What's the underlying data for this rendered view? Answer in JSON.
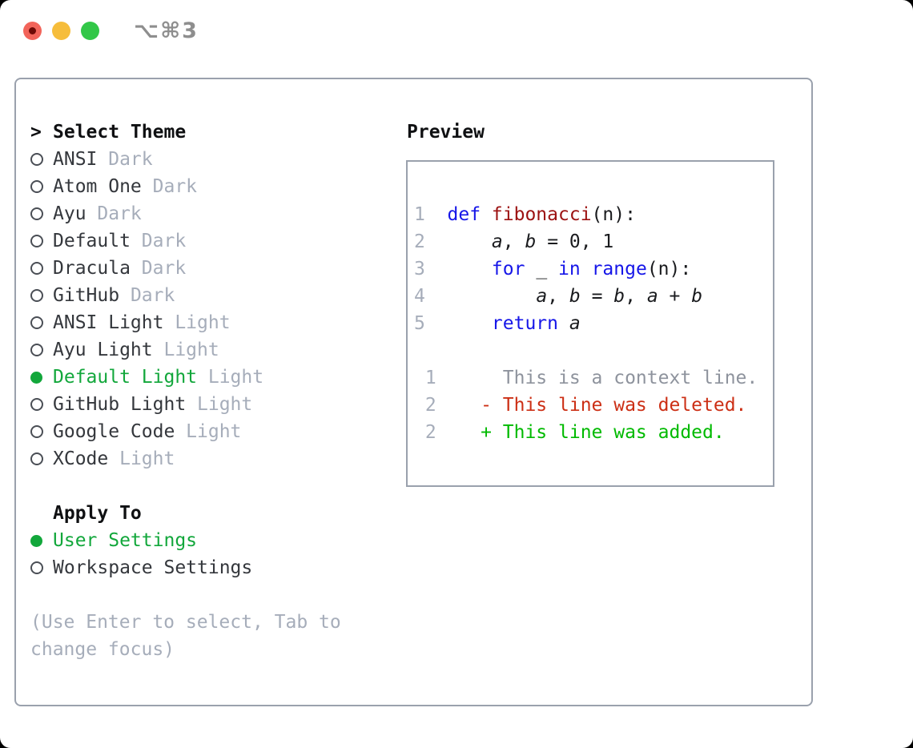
{
  "window": {
    "title": "⌥⌘3"
  },
  "colors": {
    "accent_green": "#12a73b",
    "added_green": "#00ba00",
    "deleted_red": "#cc2f15",
    "keyword_blue": "#1616e8",
    "function_red": "#9c1212",
    "muted_gray": "#a6adba",
    "frame_border": "#9aa1ad"
  },
  "theme_picker": {
    "prompt": ">",
    "header": "Select Theme",
    "items": [
      {
        "name": "ANSI",
        "variant": "Dark",
        "selected": false
      },
      {
        "name": "Atom One",
        "variant": "Dark",
        "selected": false
      },
      {
        "name": "Ayu",
        "variant": "Dark",
        "selected": false
      },
      {
        "name": "Default",
        "variant": "Dark",
        "selected": false
      },
      {
        "name": "Dracula",
        "variant": "Dark",
        "selected": false
      },
      {
        "name": "GitHub",
        "variant": "Dark",
        "selected": false
      },
      {
        "name": "ANSI Light",
        "variant": "Light",
        "selected": false
      },
      {
        "name": "Ayu Light",
        "variant": "Light",
        "selected": false
      },
      {
        "name": "Default Light",
        "variant": "Light",
        "selected": true
      },
      {
        "name": "GitHub Light",
        "variant": "Light",
        "selected": false
      },
      {
        "name": "Google Code",
        "variant": "Light",
        "selected": false
      },
      {
        "name": "XCode",
        "variant": "Light",
        "selected": false
      }
    ]
  },
  "apply_to": {
    "header": "Apply To",
    "options": [
      {
        "label": "User Settings",
        "selected": true
      },
      {
        "label": "Workspace Settings",
        "selected": false
      }
    ]
  },
  "hint": {
    "line1": "(Use Enter to select, Tab to",
    "line2": "change focus)"
  },
  "preview": {
    "title": "Preview",
    "code_lines": [
      {
        "num": "1",
        "tokens": [
          {
            "t": "def ",
            "s": "kw"
          },
          {
            "t": "fibonacci",
            "s": "fn"
          },
          {
            "t": "(n):",
            "s": "pl"
          }
        ]
      },
      {
        "num": "2",
        "tokens": [
          {
            "t": "    ",
            "s": "pl"
          },
          {
            "t": "a",
            "s": "var"
          },
          {
            "t": ", ",
            "s": "pl"
          },
          {
            "t": "b",
            "s": "var"
          },
          {
            "t": " = 0, 1",
            "s": "pl"
          }
        ]
      },
      {
        "num": "3",
        "tokens": [
          {
            "t": "    ",
            "s": "pl"
          },
          {
            "t": "for",
            "s": "kw"
          },
          {
            "t": " _ ",
            "s": "pl"
          },
          {
            "t": "in",
            "s": "kw"
          },
          {
            "t": " ",
            "s": "pl"
          },
          {
            "t": "range",
            "s": "kw"
          },
          {
            "t": "(n):",
            "s": "pl"
          }
        ]
      },
      {
        "num": "4",
        "tokens": [
          {
            "t": "        ",
            "s": "pl"
          },
          {
            "t": "a",
            "s": "var"
          },
          {
            "t": ", ",
            "s": "pl"
          },
          {
            "t": "b",
            "s": "var"
          },
          {
            "t": " = ",
            "s": "pl"
          },
          {
            "t": "b",
            "s": "var"
          },
          {
            "t": ", ",
            "s": "pl"
          },
          {
            "t": "a",
            "s": "var"
          },
          {
            "t": " + ",
            "s": "pl"
          },
          {
            "t": "b",
            "s": "var"
          }
        ]
      },
      {
        "num": "5",
        "tokens": [
          {
            "t": "    ",
            "s": "pl"
          },
          {
            "t": "return",
            "s": "kw"
          },
          {
            "t": " ",
            "s": "pl"
          },
          {
            "t": "a",
            "s": "var"
          }
        ]
      }
    ],
    "diff_lines": [
      {
        "num": "1",
        "text": "     This is a context line.",
        "kind": "ctx"
      },
      {
        "num": "2",
        "text": "   - This line was deleted.",
        "kind": "del"
      },
      {
        "num": "2",
        "text": "   + This line was added.",
        "kind": "add"
      }
    ]
  }
}
